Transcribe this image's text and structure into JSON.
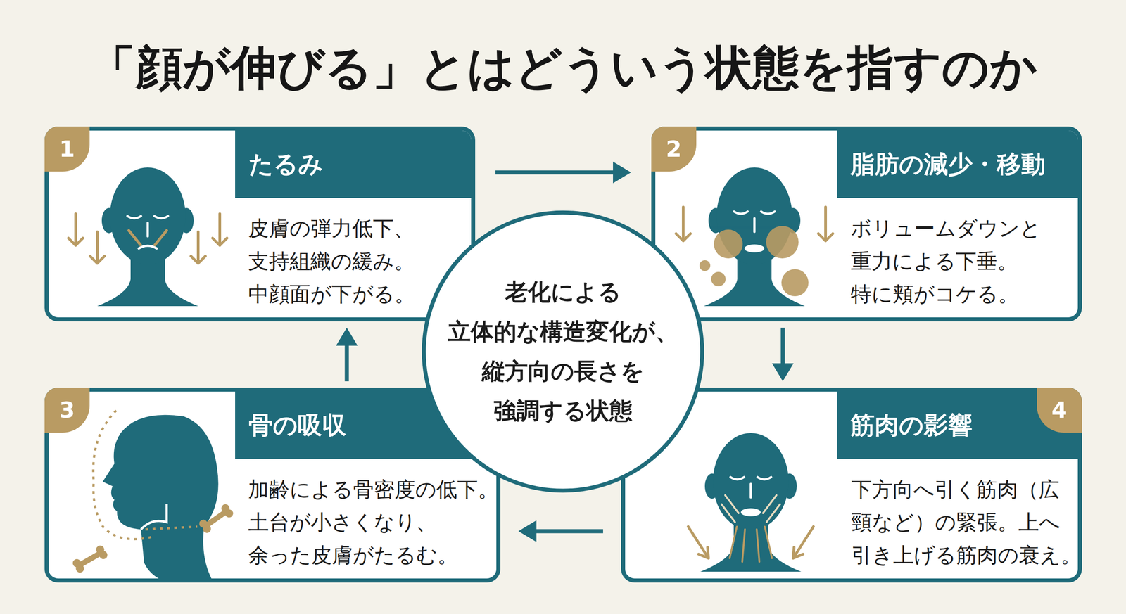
{
  "diagram": {
    "title": "「顔が伸びる」とはどういう状態を指すのか",
    "nodes": [
      {
        "text": [
          "たるみ",
          "皮膚の弾力低下、 支持組織の緩み。 中顔面が下がる。"
        ]
      },
      {
        "text": [
          "脂肪の減少・移動",
          "ボリュームダウンと 重力による下垂。 特に頬がコケる。"
        ]
      },
      {
        "text": [
          "老化による 立体的な構造変化が、 縦方向の長さを 強調する状態"
        ]
      },
      {
        "text": [
          "骨の吸収",
          "加齢による骨密度の低下。 土台が小さくなり、 余った皮膚がたるむ。"
        ]
      },
      {
        "text": [
          "筋肉の影響",
          "下方向へ引く筋肉（広 頸など）の緊張。上へ 引き上げる筋肉の衰え。"
        ]
      }
    ],
    "edges": [
      {
        "from": 0,
        "to": 1,
        "arrow": "to"
      },
      {
        "from": 1,
        "to": 4,
        "arrow": "to"
      },
      {
        "from": 4,
        "to": 3,
        "arrow": "to"
      },
      {
        "from": 3,
        "to": 0,
        "arrow": "to"
      }
    ],
    "labels": [
      "1",
      "2",
      "3",
      "4"
    ]
  }
}
